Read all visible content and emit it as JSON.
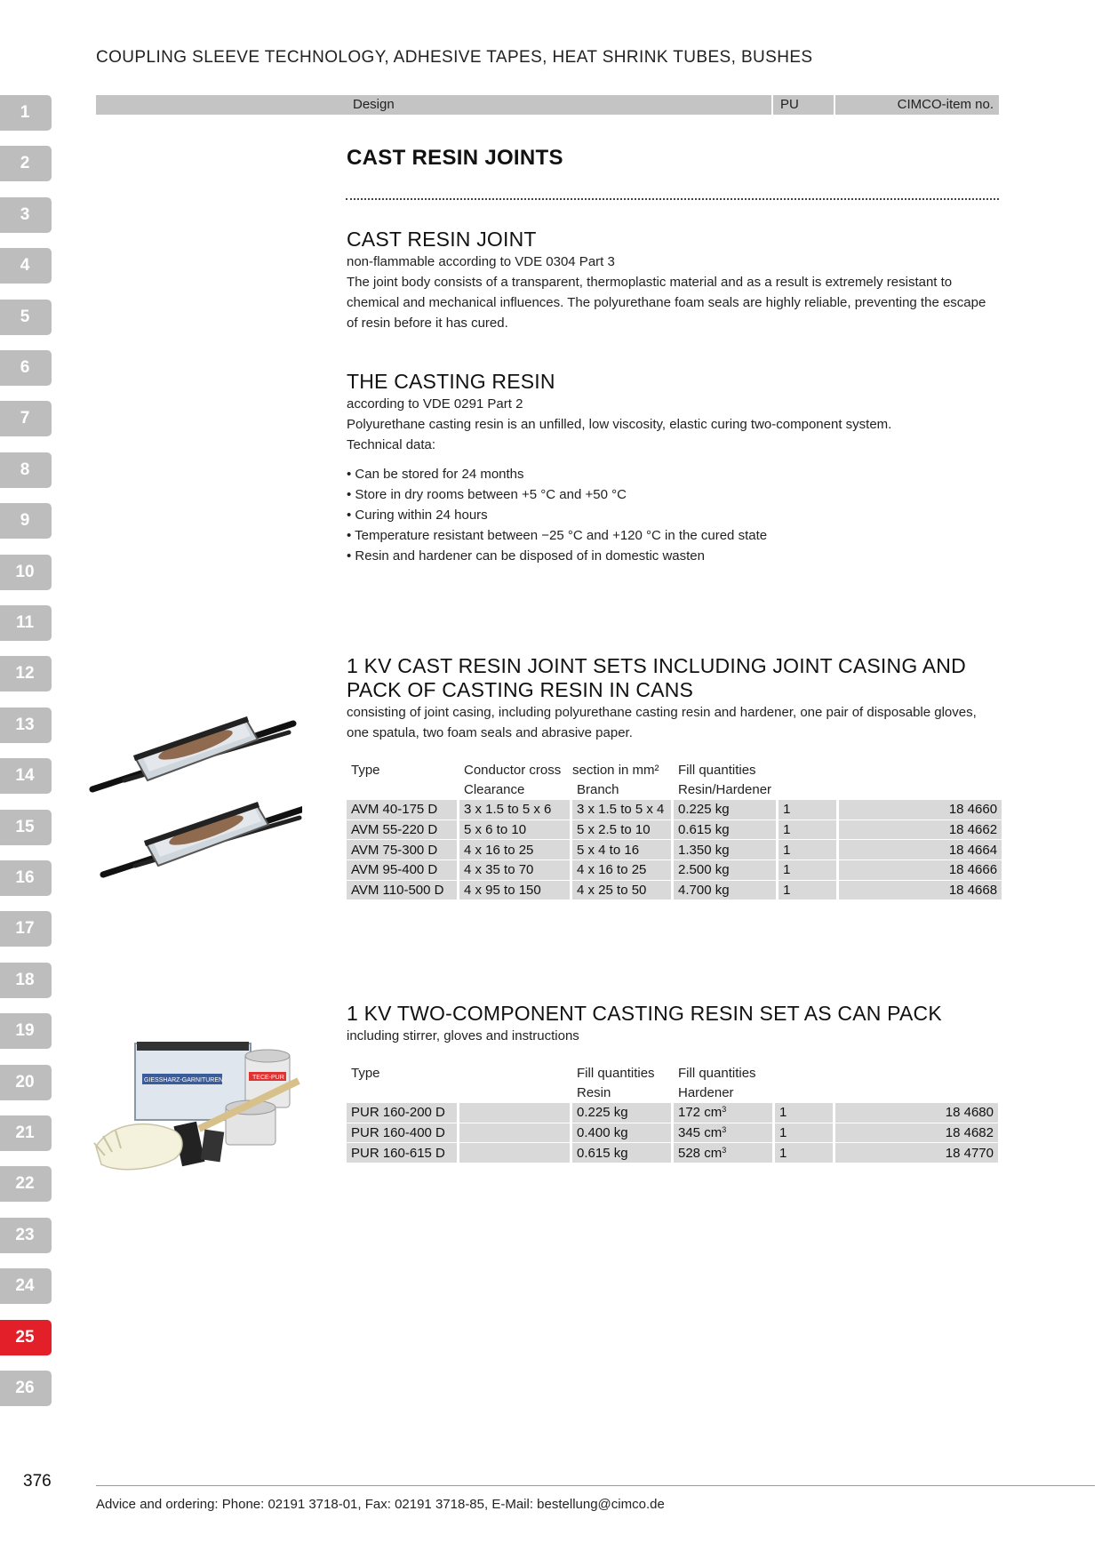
{
  "header": {
    "title": "COUPLING SLEEVE TECHNOLOGY, ADHESIVE TAPES, HEAT SHRINK TUBES, BUSHES"
  },
  "tabs": [
    "1",
    "2",
    "3",
    "4",
    "5",
    "6",
    "7",
    "8",
    "9",
    "10",
    "11",
    "12",
    "13",
    "14",
    "15",
    "16",
    "17",
    "18",
    "19",
    "20",
    "21",
    "22",
    "23",
    "24",
    "25",
    "26"
  ],
  "active_tab": "25",
  "columns": {
    "design": "Design",
    "pu": "PU",
    "item": "CIMCO-item no."
  },
  "main_title": "CAST RESIN JOINTS",
  "section1": {
    "title": "CAST RESIN JOINT",
    "subtitle": "non-flammable according to VDE 0304 Part 3",
    "body": "The joint body consists of a transparent, thermoplastic material and as a result is extremely resistant to chemical and mechanical influences. The polyurethane foam seals are highly reliable, preventing the escape of resin before it has cured."
  },
  "section2": {
    "title": "THE CASTING RESIN",
    "subtitle": "according to VDE 0291 Part 2",
    "body": "Polyurethane casting resin is an unfilled, low viscosity, elastic curing two-component system.",
    "tech_label": "Technical data:",
    "bullets": [
      "• Can be stored for 24 months",
      "• Store in dry rooms between +5 °C and +50 °C",
      "• Curing within 24 hours",
      "• Temperature resistant between −25 °C and +120 °C in the cured state",
      "• Resin and hardener can be disposed of in domestic wasten"
    ]
  },
  "section3": {
    "title_line1": "1 KV CAST RESIN JOINT SETS INCLUDING JOINT CASING AND",
    "title_line2": "PACK OF CASTING RESIN IN CANS",
    "body": "consisting of joint casing, including polyurethane casting resin and hardener, one pair of disposable gloves, one spatula, two foam seals and abrasive paper.",
    "head1": {
      "type": "Type",
      "cross": "Conductor cross",
      "section": "section in mm²",
      "fill": "Fill quantities"
    },
    "head2": {
      "clearance": "Clearance",
      "branch": "Branch",
      "resin": "Resin/Hardener"
    },
    "rows": [
      {
        "type": "AVM 40-175 D",
        "clearance": "3 x   1.5 to 5 x 6",
        "branch": "3 x 1.5 to 5 x 4",
        "fill": "0.225 kg",
        "pu": "1",
        "item": "18 4660"
      },
      {
        "type": "AVM 55-220 D",
        "clearance": "5 x   6 to 10",
        "branch": "5 x 2.5 to 10",
        "fill": "0.615 kg",
        "pu": "1",
        "item": "18 4662"
      },
      {
        "type": "AVM 75-300 D",
        "clearance": "4 x 16 to 25",
        "branch": "5 x 4 to 16",
        "fill": "1.350 kg",
        "pu": "1",
        "item": "18 4664"
      },
      {
        "type": "AVM 95-400 D",
        "clearance": "4 x 35 to 70",
        "branch": "4 x 16 to 25",
        "fill": "2.500 kg",
        "pu": "1",
        "item": "18 4666"
      },
      {
        "type": "AVM 110-500 D",
        "clearance": "4 x 95 to 150",
        "branch": "4 x 25 to 50",
        "fill": "4.700 kg",
        "pu": "1",
        "item": "18 4668"
      }
    ]
  },
  "section4": {
    "title": "1 KV TWO-COMPONENT CASTING RESIN SET AS CAN PACK",
    "subtitle": "including stirrer, gloves and instructions",
    "head1": {
      "type": "Type",
      "fill_resin": "Fill quantities",
      "fill_hardener": "Fill quantities"
    },
    "head2": {
      "resin": "Resin",
      "hardener": "Hardener"
    },
    "rows": [
      {
        "type": "PUR 160-200 D",
        "resin": "0.225 kg",
        "hardener": "172 cm",
        "pu": "1",
        "item": "18 4680"
      },
      {
        "type": "PUR 160-400 D",
        "resin": "0.400 kg",
        "hardener": "345 cm",
        "pu": "1",
        "item": "18 4682"
      },
      {
        "type": "PUR 160-615 D",
        "resin": "0.615 kg",
        "hardener": "528 cm",
        "pu": "1",
        "item": "18 4770"
      }
    ],
    "unit_exp": "3"
  },
  "product_labels": {
    "box_label": "GIESSHARZ-GARNITUREN",
    "can_label": "TECE-PUR"
  },
  "page_number": "376",
  "footer": "Advice and ordering: Phone: 02191 3718-01, Fax: 02191 3718-85, E-Mail: bestellung@cimco.de"
}
